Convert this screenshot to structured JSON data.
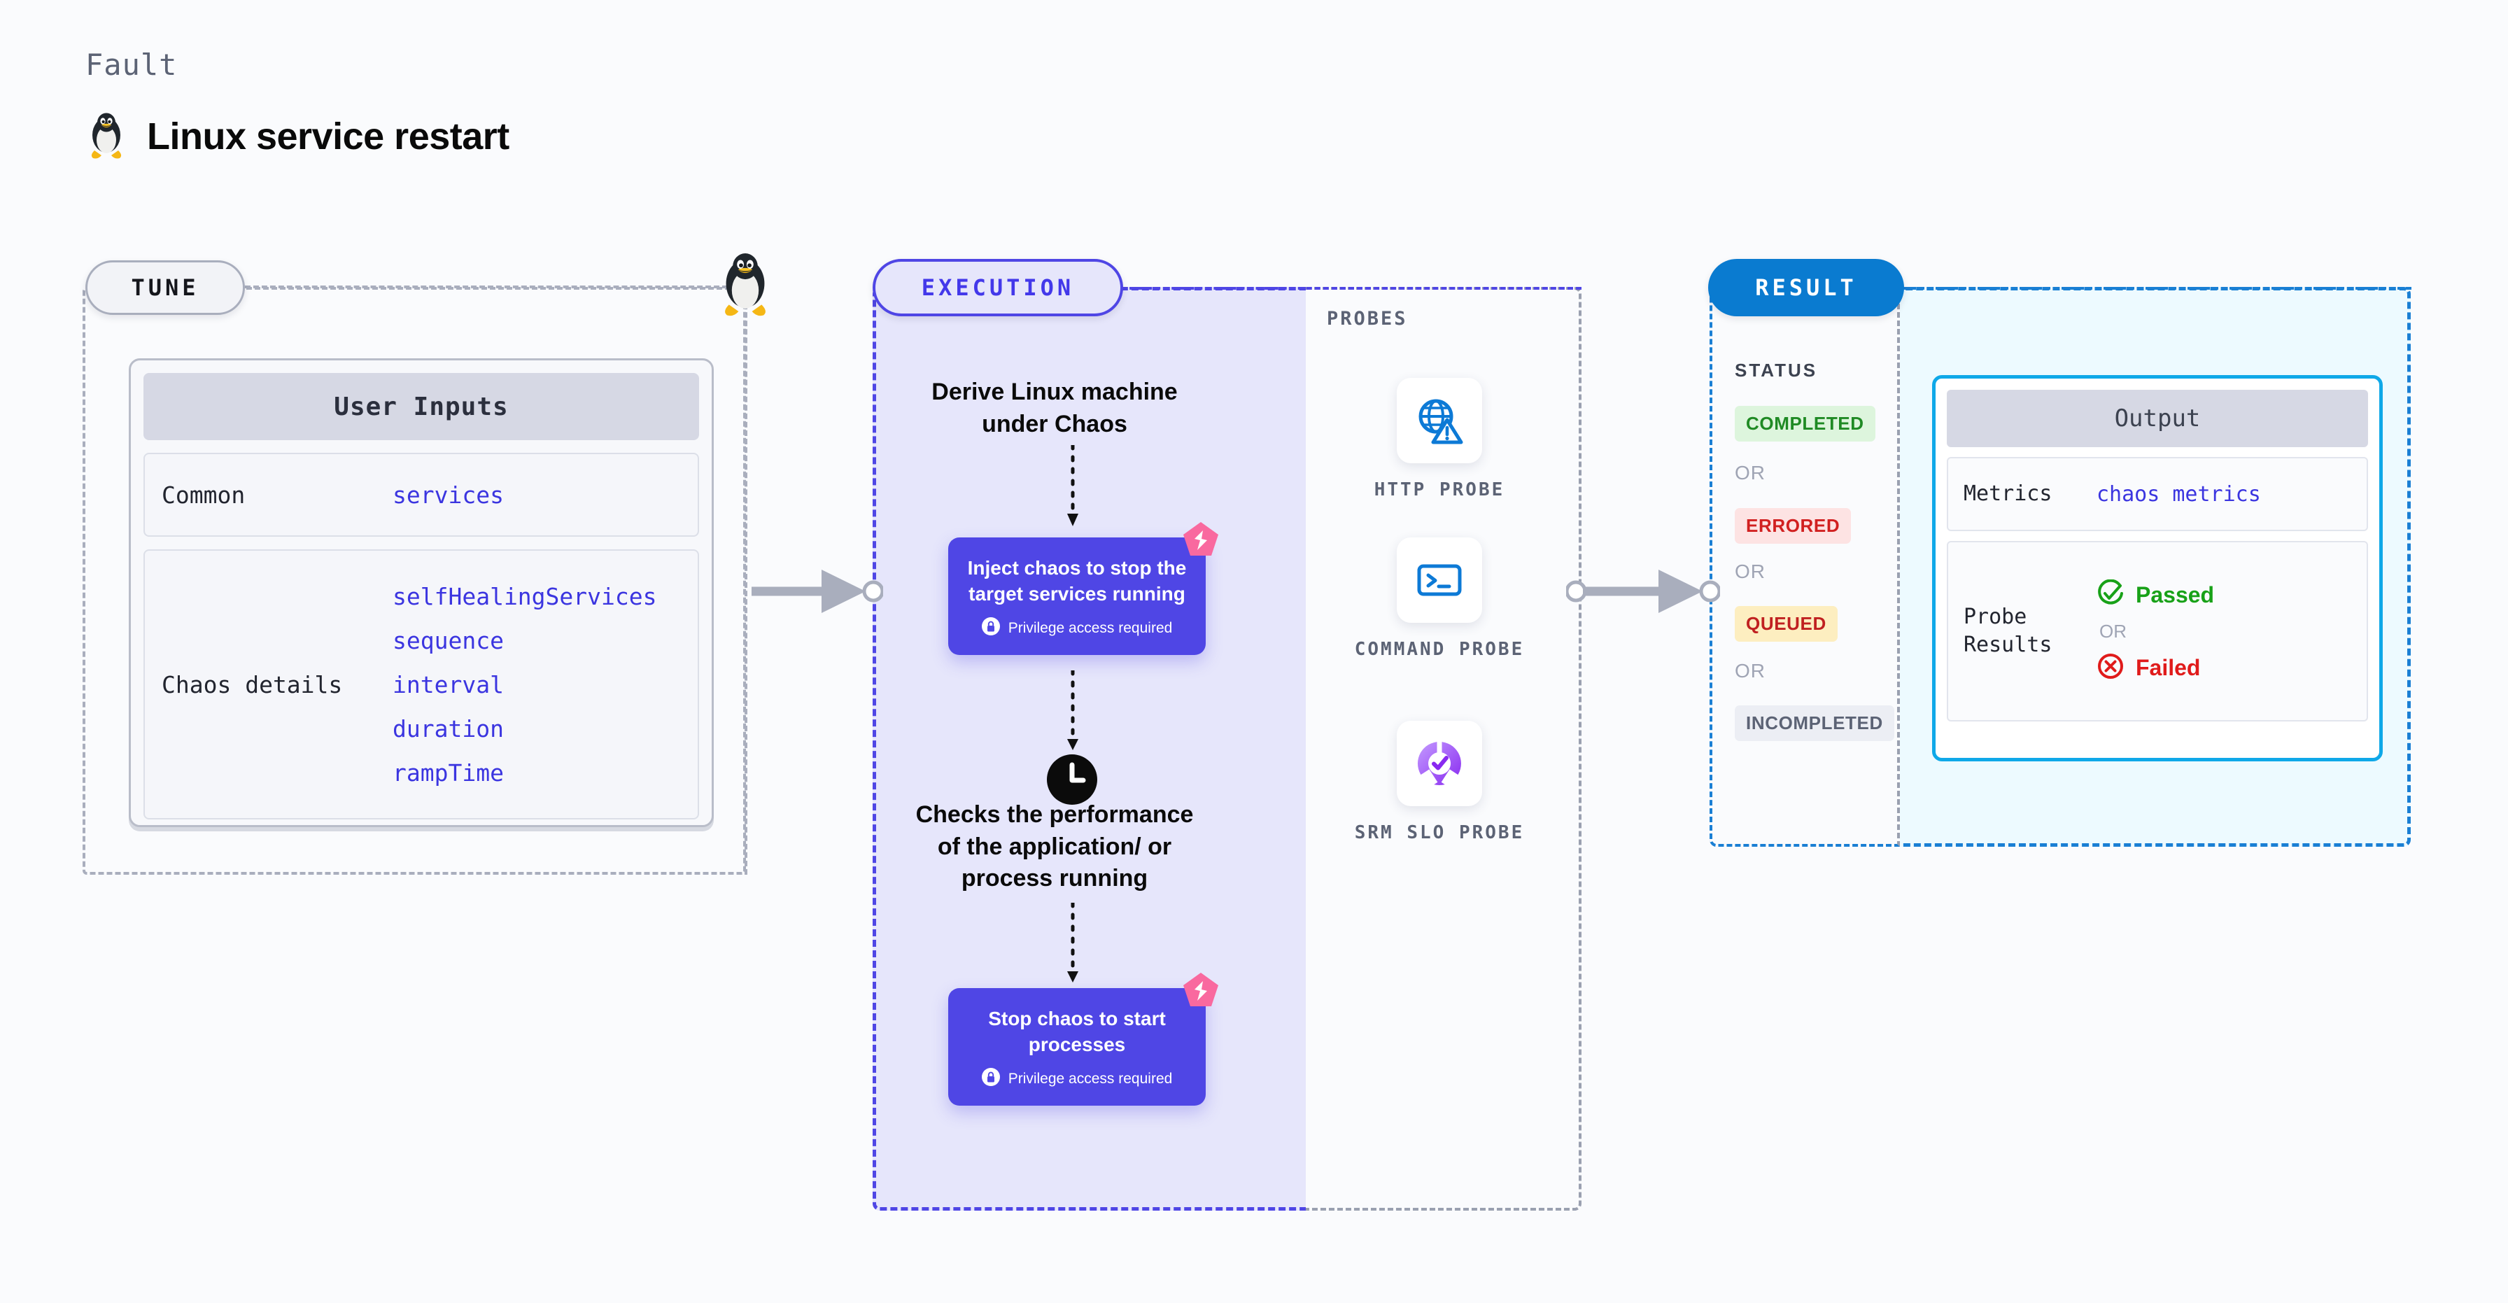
{
  "header": {
    "eyebrow": "Fault",
    "title": "Linux service restart",
    "icon": "tux-penguin-icon"
  },
  "tune": {
    "pill_label": "TUNE",
    "corner_icon": "tux-penguin-icon",
    "card": {
      "header": "User Inputs",
      "groups": [
        {
          "label": "Common",
          "values": [
            "services"
          ]
        },
        {
          "label": "Chaos details",
          "values": [
            "selfHealingServices",
            "sequence",
            "interval",
            "duration",
            "rampTime"
          ]
        }
      ]
    }
  },
  "execution": {
    "pill_label": "EXECUTION",
    "steps": {
      "derive": "Derive Linux machine under Chaos",
      "checks": "Checks the performance of the application/ or process running"
    },
    "boxes": [
      {
        "title": "Inject chaos to stop the target services running",
        "privilege": "Privilege access required",
        "badge": "litmus-chaos-icon"
      },
      {
        "title": "Stop chaos to start processes",
        "privilege": "Privilege access required",
        "badge": "litmus-chaos-icon"
      }
    ],
    "clock_icon": "clock-icon"
  },
  "probes": {
    "section_label": "PROBES",
    "items": [
      {
        "label": "HTTP PROBE",
        "icon": "globe-warning-icon"
      },
      {
        "label": "COMMAND PROBE",
        "icon": "terminal-icon"
      },
      {
        "label": "SRM SLO PROBE",
        "icon": "slo-donut-check-icon"
      }
    ]
  },
  "result": {
    "pill_label": "RESULT",
    "status_label": "STATUS",
    "or_label": "OR",
    "statuses": [
      {
        "label": "COMPLETED",
        "bg": "#ddf5dd",
        "fg": "#1f8a24"
      },
      {
        "label": "ERRORED",
        "bg": "#fde3e3",
        "fg": "#d12020"
      },
      {
        "label": "QUEUED",
        "bg": "#fdeec0",
        "fg": "#c02020"
      },
      {
        "label": "INCOMPLETED",
        "bg": "#eceef4",
        "fg": "#5c6375"
      }
    ],
    "output": {
      "header": "Output",
      "metrics_label": "Metrics",
      "metrics_value": "chaos metrics",
      "probe_results_label": "Probe Results",
      "passed_label": "Passed",
      "failed_label": "Failed",
      "or_label": "OR"
    }
  },
  "colors": {
    "indigo": "#4f46e5",
    "blue": "#0a7bd0",
    "cyan": "#0fa8e8",
    "pink": "#f9699f",
    "gray_dash": "#a9aebd",
    "link_blue": "#3b35e0",
    "green": "#18a118",
    "red": "#e01b1b"
  }
}
